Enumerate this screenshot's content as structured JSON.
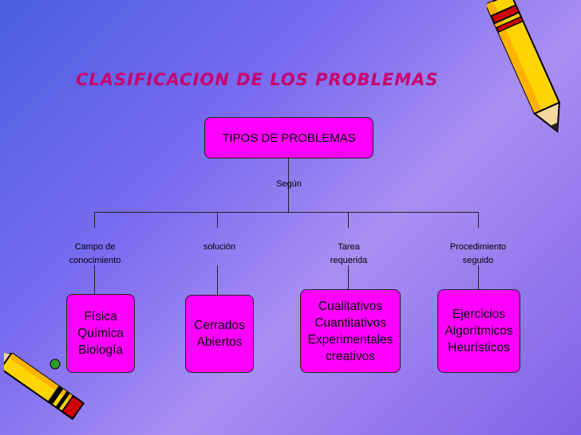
{
  "title": "CLASIFICACION DE LOS PROBLEMAS",
  "root": "TIPOS DE PROBLEMAS",
  "connector": "Según",
  "branches": [
    {
      "label_lines": [
        "Campo de",
        "conocimiento"
      ],
      "items": [
        "Física",
        "Química",
        "Biología"
      ]
    },
    {
      "label_lines": [
        "solución"
      ],
      "items": [
        "Cerrados",
        "Abiertos"
      ]
    },
    {
      "label_lines": [
        "Tarea",
        "requerida"
      ],
      "items": [
        "Cualitativos",
        "Cuantitativos",
        "Experimentales",
        "creativos"
      ]
    },
    {
      "label_lines": [
        "Procedimiento",
        "seguido"
      ],
      "items": [
        "Ejercicios",
        "Algorítmicos",
        "Heurísticos"
      ]
    }
  ],
  "colors": {
    "node_fill": "#ff00ff",
    "title": "#c8006e"
  },
  "icons": [
    "pencil-icon",
    "pencil-icon"
  ]
}
